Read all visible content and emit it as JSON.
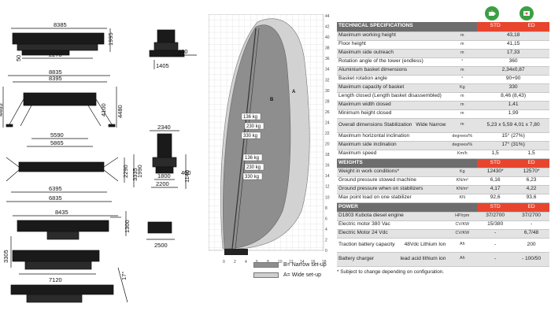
{
  "drawings": {
    "top_view": {
      "length": "8385",
      "height": "1995",
      "sub1": "2270",
      "sub2": "400",
      "left": "50",
      "bottom": "1405"
    },
    "front_view": {
      "w_outer": "8835",
      "w_inner": "8395",
      "h_left": "4465",
      "h_right": "4480",
      "h_mid": "4100",
      "w_base1": "5590",
      "w_base2": "5865"
    },
    "side_view": {
      "top": "2340",
      "h1": "1140",
      "side": "400",
      "h2": "1990",
      "w1": "1800",
      "w2": "2200"
    },
    "narrow_view": {
      "h1": "2290",
      "h2": "3335",
      "w1": "6395",
      "w2": "6835"
    },
    "low_view": {
      "w_top": "8435",
      "h_right": "1300",
      "w_base": "2500"
    },
    "flat_view": {
      "h_left": "3305",
      "w": "7120",
      "slope": "17°"
    }
  },
  "reach": {
    "y_ticks": [
      "44",
      "42",
      "40",
      "38",
      "36",
      "34",
      "32",
      "30",
      "28",
      "26",
      "24",
      "22",
      "20",
      "18",
      "16",
      "14",
      "12",
      "10",
      "8",
      "6",
      "4",
      "2",
      "0"
    ],
    "x_ticks": [
      "0",
      "2",
      "4",
      "6",
      "8",
      "10",
      "12",
      "14",
      "16",
      "18"
    ],
    "zone_b": "B",
    "zone_a": "A",
    "loads_b": [
      "136 kg",
      "230 kg",
      "330 kg"
    ],
    "loads_a": [
      "136 kg",
      "230 kg",
      "330 kg"
    ]
  },
  "legend": {
    "b_label": "B= Narrow set-up",
    "a_label": "A= Wide set-up"
  },
  "spec": {
    "icons": {
      "std": "battery-plug-icon",
      "ed": "engine-plug-icon",
      "color": "#3aa046"
    },
    "header_color": "#e8452e",
    "sections": [
      {
        "title": "TECHNICAL SPECIFICATIONS",
        "std": "STD",
        "ed": "ED",
        "rows": [
          {
            "label": "Maximum working height",
            "unit": "m",
            "std": "43,18",
            "ed": "",
            "span": true
          },
          {
            "label": "Floor height",
            "unit": "m",
            "std": "41,15",
            "ed": "",
            "span": true
          },
          {
            "label": "Maximum side outreach",
            "unit": "m",
            "std": "17,33",
            "ed": "",
            "span": true
          },
          {
            "label": "Rotation angle of the tower (endless)",
            "unit": "°",
            "std": "360",
            "ed": "",
            "span": true
          },
          {
            "label": "Aluminium basket dimensions",
            "unit": "m",
            "std": "2,34x0,87",
            "ed": "",
            "span": true
          },
          {
            "label": "Basket rotation angle",
            "unit": "°",
            "std": "90+90",
            "ed": "",
            "span": true
          },
          {
            "label": "Maximum capacity of basket",
            "unit": "Kg",
            "std": "330",
            "ed": "",
            "span": true
          },
          {
            "label": "Length closed (Length basket disassembled)",
            "unit": "m",
            "std": "8,46 (8,43)",
            "ed": "",
            "span": true
          },
          {
            "label": "Maximum width closed",
            "unit": "m",
            "std": "1,41",
            "ed": "",
            "span": true
          },
          {
            "label": "Minimum height closed",
            "unit": "m",
            "std": "1,99",
            "ed": "",
            "span": true
          },
          {
            "label": "Overall dimensions Stabilization",
            "sub": "Wide Narrow",
            "unit": "m",
            "std": "5,23 x 5,59 4,01 x 7,80",
            "ed": "",
            "span": true,
            "tall": true
          },
          {
            "label": "Maximum horizontal inclination",
            "unit": "degrees/%",
            "std": "15° (27%)",
            "ed": "",
            "span": true
          },
          {
            "label": "Maximum side inclination",
            "unit": "degrees/%",
            "std": "17° (31%)",
            "ed": "",
            "span": true
          },
          {
            "label": "Maximum speed",
            "unit": "Km/h",
            "std": "1,5",
            "ed": "1,5",
            "span": false
          }
        ]
      },
      {
        "title": "WEIGHTS",
        "std": "STD",
        "ed": "ED",
        "rows": [
          {
            "label": "Weight in work conditions*",
            "unit": "Kg",
            "std": "12430*",
            "ed": "12570*"
          },
          {
            "label": "Ground pressure stowed machine",
            "unit": "KN/m²",
            "std": "6,16",
            "ed": "6,23"
          },
          {
            "label": "Ground pressure when on stabilizers",
            "unit": "KN/m²",
            "std": "4,17",
            "ed": "4,22"
          },
          {
            "label": "Max point load on one stabilizer",
            "unit": "KN",
            "std": "92,6",
            "ed": "93,6"
          }
        ]
      },
      {
        "title": "POWER",
        "std": "STD",
        "ed": "ED",
        "rows": [
          {
            "label": "D1803 Kubota diesel engine",
            "unit": "HP/rpm",
            "std": "37/2700",
            "ed": "37/2700"
          },
          {
            "label": "Electric motor 380 Vac",
            "unit": "CV/KW",
            "std": "15/380",
            "ed": "-"
          },
          {
            "label": "Electric Motor 24 Vdc",
            "unit": "CV/KW",
            "std": "-",
            "ed": "6,7/48"
          },
          {
            "label": "Traction battery capacity",
            "sub": "48Vdc Lithium Ion",
            "unit": "Ah",
            "std": "-",
            "ed": "200",
            "tall": true
          },
          {
            "label": "Battery charger",
            "sub": "lead acid lithium ion",
            "unit": "Ah",
            "std": "-",
            "ed": "- 100/50",
            "tall": true
          }
        ]
      }
    ],
    "footnote": "* Subject to change depending on configuration."
  }
}
